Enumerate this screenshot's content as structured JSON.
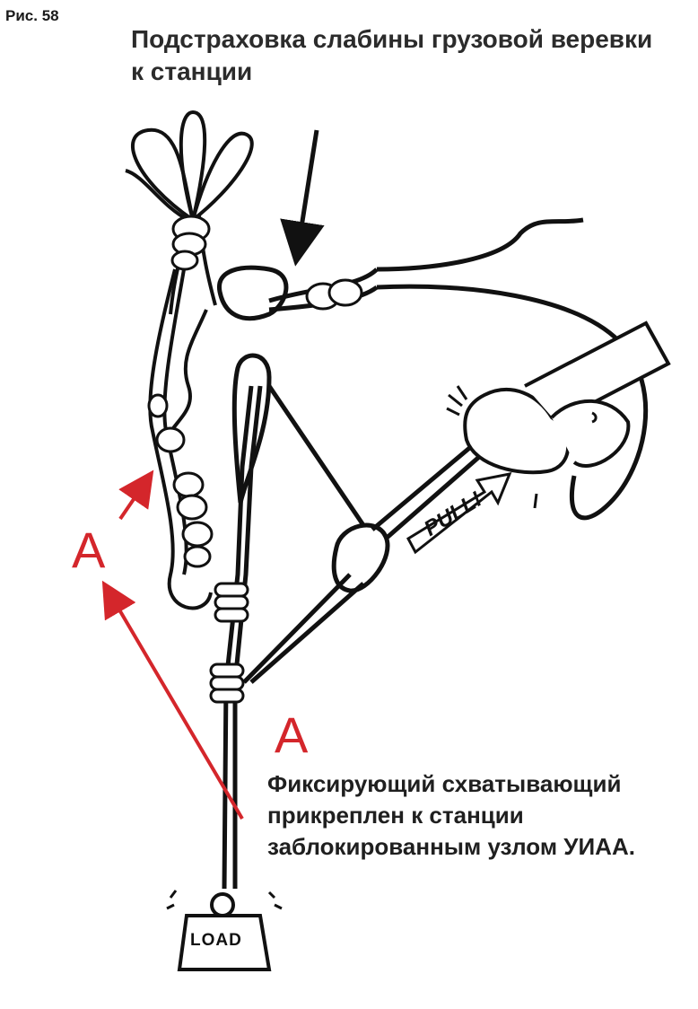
{
  "figure": {
    "number": "Рис. 58",
    "title": "Подстраховка слабины грузовой веревки к станции",
    "caption": "Фиксирующий схватывающий прикреплен к станции заблокированным узлом УИАА.",
    "label_a": "A",
    "load_text": "LOAD",
    "pull_text": "PULL!"
  },
  "colors": {
    "ink": "#111111",
    "accent_red": "#d4262b",
    "background": "#ffffff"
  }
}
